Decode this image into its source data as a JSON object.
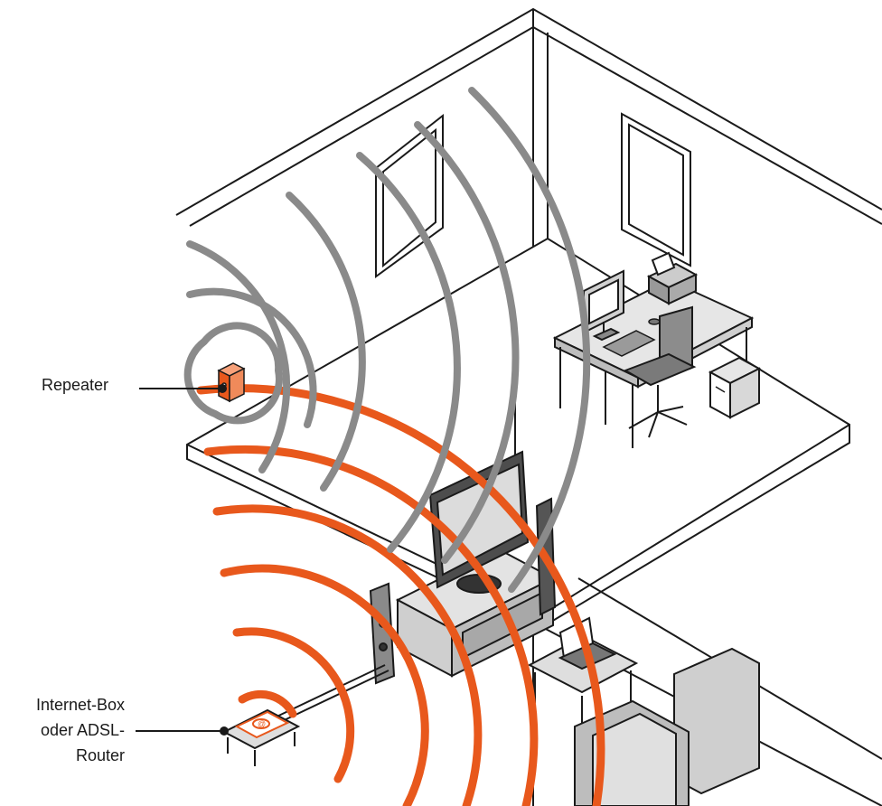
{
  "labels": {
    "repeater": "Repeater",
    "router_line1": "Internet-Box",
    "router_line2": "oder ADSL-",
    "router_line3": "Router"
  },
  "colors": {
    "signal_router": "#e8581c",
    "signal_repeater": "#8a8a8a",
    "line": "#1a1a1a",
    "furniture_fill": "#d9d9d9",
    "furniture_dark": "#555555",
    "device_accent": "#e8581c"
  },
  "icons": [
    "repeater-icon",
    "router-icon",
    "monitor-icon",
    "printer-icon",
    "keyboard-icon",
    "office-chair-icon",
    "pc-tower-icon",
    "tv-icon",
    "speaker-icon",
    "laptop-icon",
    "sofa-icon"
  ]
}
